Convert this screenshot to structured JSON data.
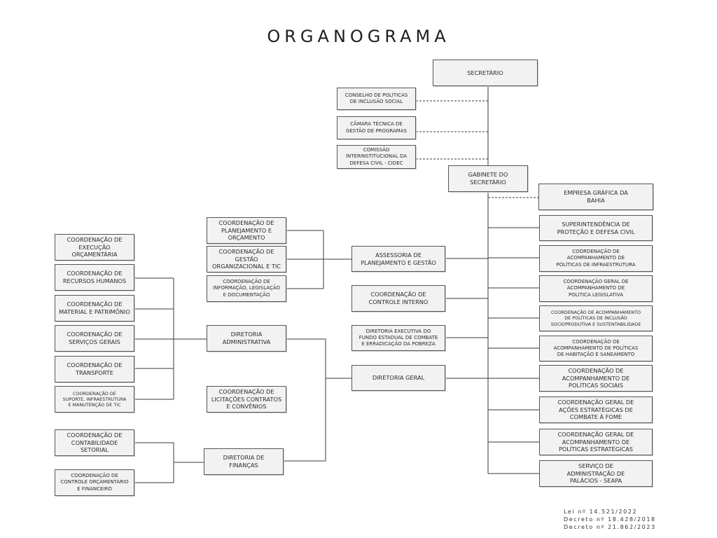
{
  "title": "ORGANOGRAMA",
  "boxes": {
    "secretario": "SECRETÁRIO",
    "conselho": "CONSELHO DE POLÍTICAS\nDE INCLUSÃO SOCIAL",
    "camara": "CÂMARA TÉCNICA DE\nGESTÃO DE PROGRAMAS",
    "comissao": "COMISSÃO\nINTERINSTITUCIONAL DA\nDEFESA CIVIL - CIDEC",
    "gabinete": "GABINETE DO\nSECRETÁRIO",
    "empresa_grafica": "EMPRESA GRÁFICA DA\nBAHIA",
    "superintendencia": "SUPERINTENDÊNCIA DE\nPROTEÇÃO E DEFESA CIVIL",
    "coord_infra": "COORDENAÇÃO DE\nACOMPANHAMENTO DE\nPOLÍTICAS DE INFRAESTRUTURA",
    "coord_legis": "COORDENAÇÃO GERAL DE\nACOMPANHAMENTO DE\nPOLÍTICA LEGISLATIVA",
    "coord_inclusao": "COORDENAÇÃO DE ACOMPANHAMENTO\nDE POLÍTICAS DE INCLUSÃO\nSOCIOPRODUTIVA E SUSTENTABILIDADE",
    "coord_habitacao": "COORDENAÇÃO DE\nACOMPANHAMENTO DE POLÍTICAS\nDE HABITAÇÃO E SANEAMENTO",
    "coord_sociais": "COORDENAÇÃO DE\nACOMPANHAMENTO DE\nPOLÍTICAS SOCIAIS",
    "coord_fome": "COORDENAÇÃO GERAL DE\nAÇÕES ESTRATÉGICAS DE\nCOMBATE À FOME",
    "coord_estrategicas": "COORDENAÇÃO GERAL DE\nACOMPANHAMENTO DE\nPOLÍTICAS ESTRATÉGICAS",
    "seapa": "SERVIÇO DE\nADMINISTRAÇÃO DE\nPALÁCIOS - SEAPA",
    "assessoria": "ASSESSORIA DE\nPLANEJAMENTO E GESTÃO",
    "controle_interno": "COORDENAÇÃO DE\nCONTROLE INTERNO",
    "diretoria_executiva": "DIRETORIA EXECUTIVA DO\nFUNDO ESTADUAL DE COMBATE\nE ERRADICAÇÃO DA POBREZA",
    "diretoria_geral": "DIRETORIA GERAL",
    "coord_planejamento": "COORDENAÇÃO DE\nPLANEJAMENTO E\nORÇAMENTO",
    "coord_gestao": "COORDENAÇÃO DE\nGESTÃO\nORGANIZACIONAL E TIC",
    "coord_informacao": "COORDENAÇÃO DE\nINFORMAÇÃO, LEGISLAÇÃO\nE DOCUMENTAÇÃO",
    "diretoria_adm": "DIRETORIA\nADMINISTRATIVA",
    "coord_licitacoes": "COORDENAÇÃO DE\nLICITAÇÕES CONTRATOS\nE CONVÊNIOS",
    "diretoria_financas": "DIRETORIA DE\nFINANÇAS",
    "coord_execucao": "COORDENAÇÃO DE\nEXECUÇÃO\nORÇAMENTÁRIA",
    "coord_rh": "COORDENAÇÃO DE\nRECURSOS HUMANOS",
    "coord_material": "COORDENAÇÃO DE\nMATERIAL E PATRIMÔNIO",
    "coord_servicos": "COORDENAÇÃO DE\nSERVIÇOS GERAIS",
    "coord_transporte": "COORDENAÇÃO DE\nTRANSPORTE",
    "coord_suporte": "COORDENAÇÃO DE\nSUPORTE, INFRAESTRUTURA\nE MANUTENÇÃO DE TIC",
    "coord_contabilidade": "COORDENAÇÃO DE\nCONTABILIDADE\nSETORIAL",
    "coord_controle_orc": "COORDENAÇÃO DE\nCONTROLE ORÇAMENTÁRIO\nE FINANCEIRO"
  },
  "legal": [
    "Lei nº 14.521/2022",
    "Decreto nº 18.428/2018",
    "Decreto nº 21.862/2023"
  ],
  "colors": {
    "box_fill": "#f2f2f2",
    "box_border": "#555555",
    "line": "#3a3a3a"
  }
}
